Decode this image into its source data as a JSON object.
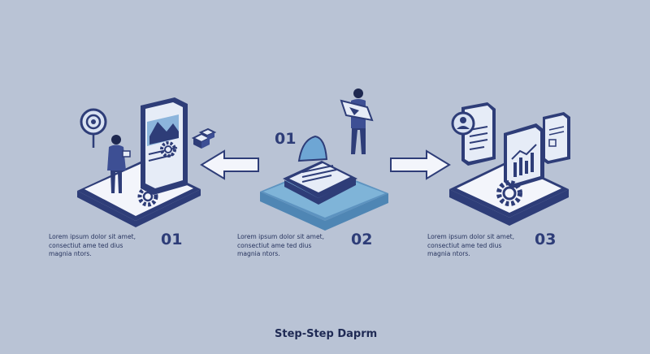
{
  "steps": [
    {
      "number": "01",
      "description": "Lorem ipsum dolor sit amet, consectiut ame ted dius magnia ntors."
    },
    {
      "number": "02",
      "description": "Lorem ipsum dolor sit amet, consectiut ame ted dius magnia ntors."
    },
    {
      "number": "03",
      "description": "Lorem ipsum dolor sit amet, consectiut ame ted dius magnia ntors."
    }
  ],
  "center_label": "01",
  "footer_title": "Step-Step Daprm",
  "icons": [
    "target-icon",
    "person-icon",
    "phone-icon",
    "gear-icon",
    "blocks-icon",
    "arrow-left-icon",
    "arrow-right-icon",
    "laptop-icon",
    "person-holding-sign-icon",
    "document-icon",
    "bar-chart-icon",
    "user-profile-icon"
  ],
  "colors": {
    "background": "#b9c3d5",
    "navy": "#2e3d78",
    "platform_white": "#f3f5fb",
    "light_blue": "#7fb4d8",
    "pale_blue": "#d9e2f2"
  }
}
